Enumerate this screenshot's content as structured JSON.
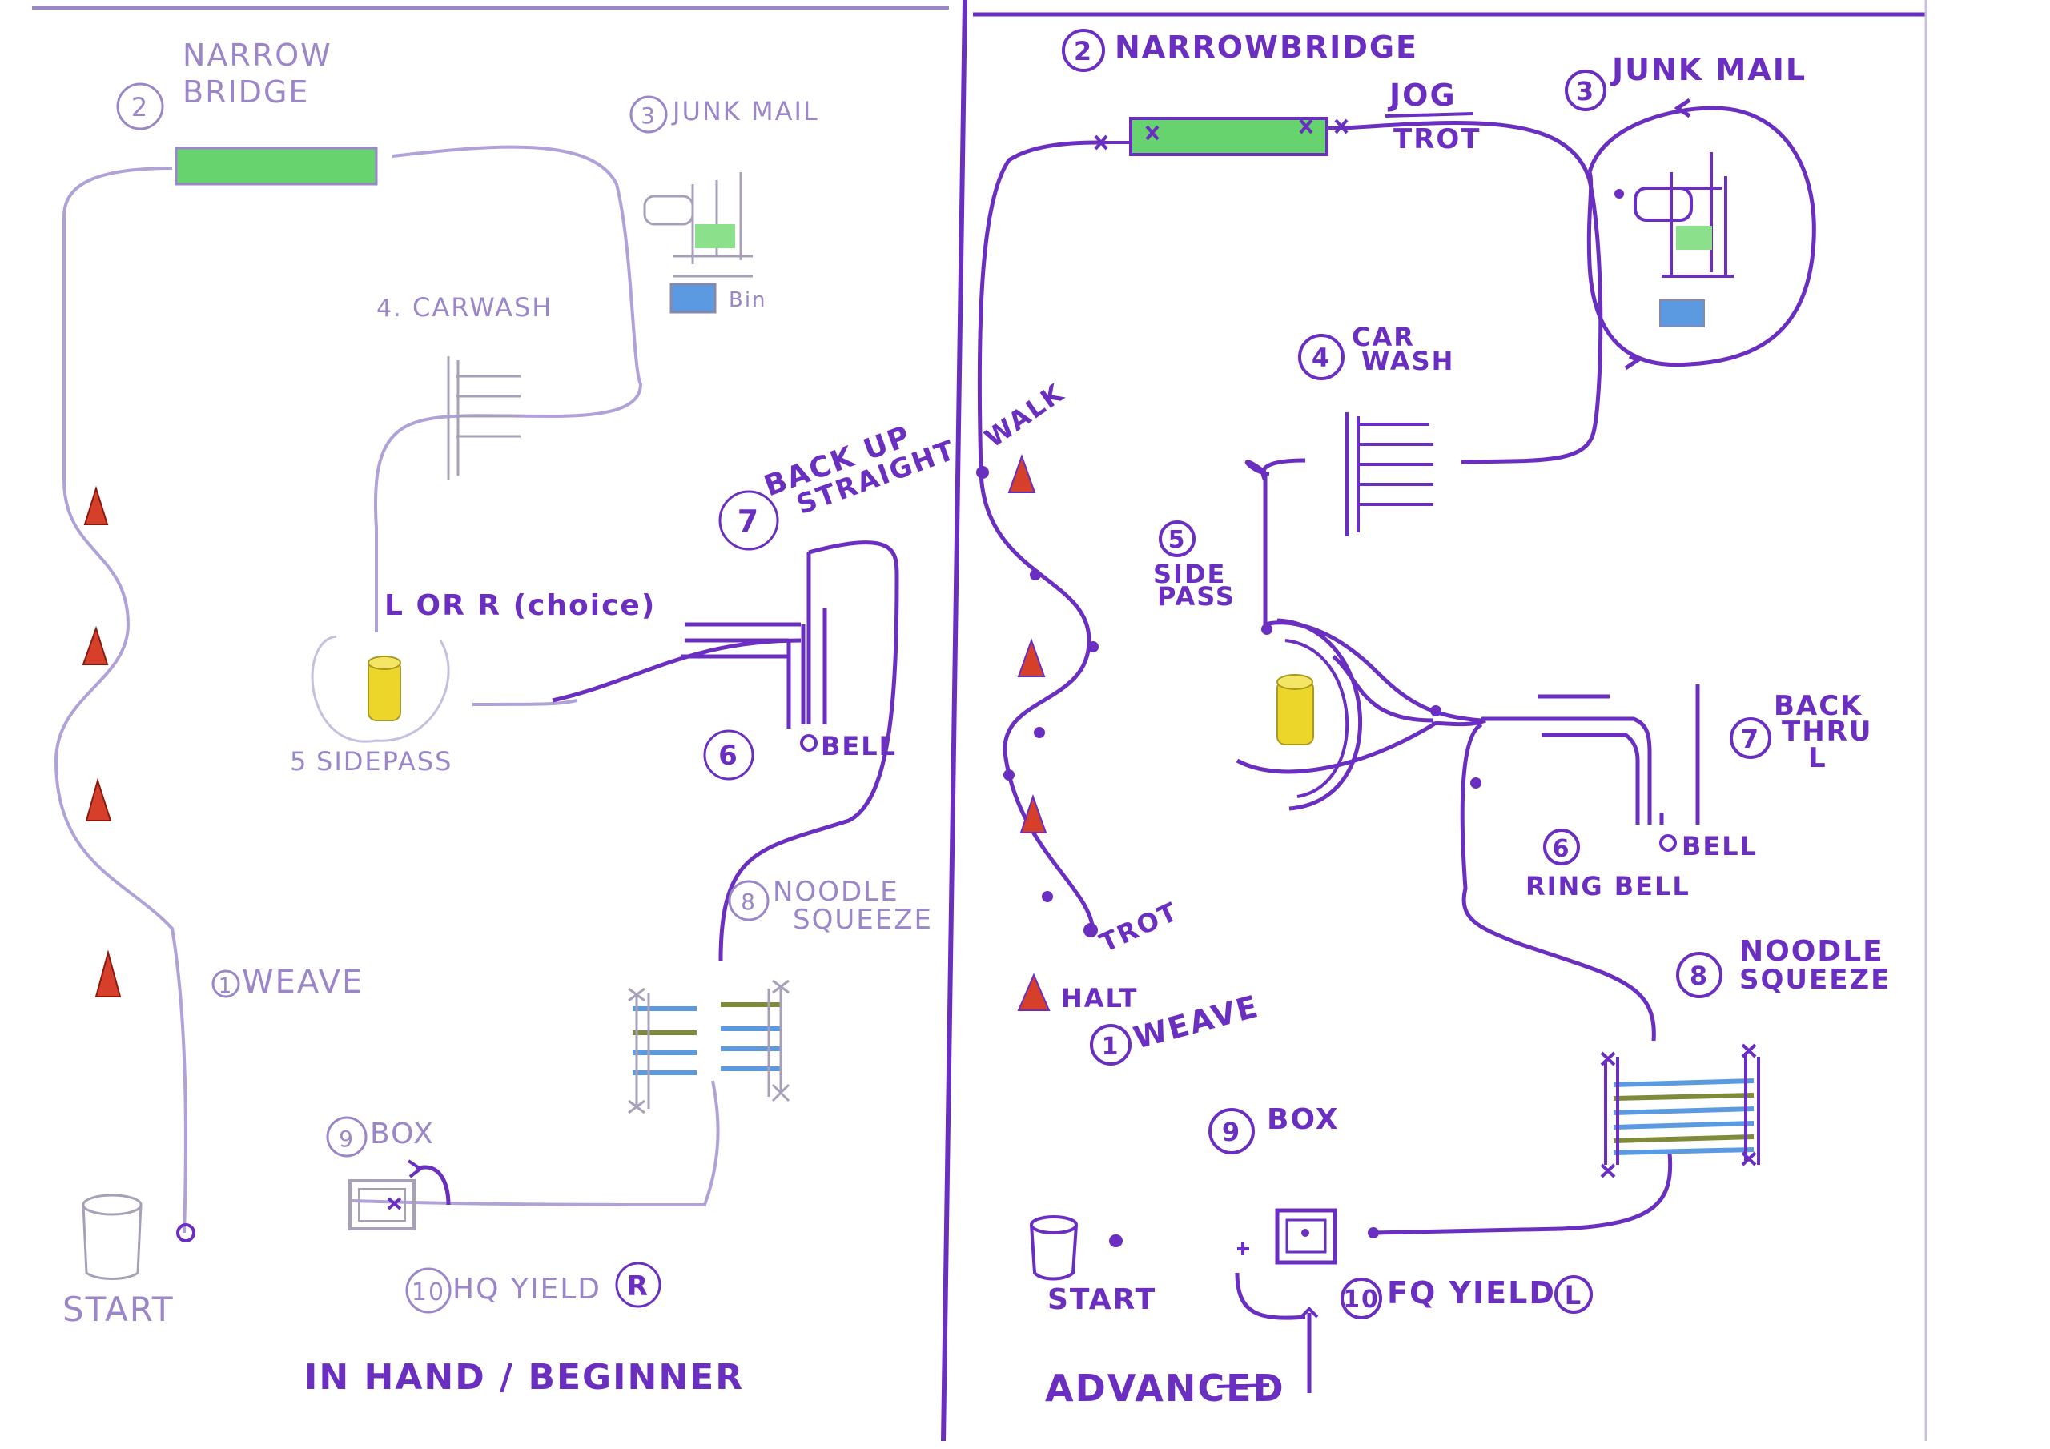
{
  "beginner": {
    "heading": "IN HAND / BEGINNER",
    "start_label": "START",
    "stations": {
      "weave": {
        "num": "1",
        "label": "WEAVE"
      },
      "bridge": {
        "num": "2",
        "label_line1": "NARROW",
        "label_line2": "BRIDGE"
      },
      "junkmail": {
        "num": "3",
        "label": "JUNK MAIL",
        "bin_label": "Bin"
      },
      "carwash": {
        "num": "4.",
        "label": "CARWASH"
      },
      "sidepass": {
        "num": "5",
        "label": "SIDEPASS",
        "choice_label": "L OR R (choice)"
      },
      "bell": {
        "num": "6",
        "label": "BELL"
      },
      "backup": {
        "num": "7",
        "label_line1": "BACK UP",
        "label_line2": "STRAIGHT"
      },
      "noodle": {
        "num": "8",
        "label_line1": "NOODLE",
        "label_line2": "SQUEEZE"
      },
      "box": {
        "num": "9",
        "label": "BOX"
      },
      "yield": {
        "num": "10",
        "label": "HQ YIELD",
        "dir": "R"
      }
    }
  },
  "advanced": {
    "heading": "ADVANCED",
    "start_label": "START",
    "gait_labels": {
      "jog": "JOG",
      "trot_top": "TROT",
      "walk": "WALK",
      "trot_bottom": "TROT",
      "halt": "HALT"
    },
    "stations": {
      "weave": {
        "num": "1",
        "label": "WEAVE"
      },
      "bridge": {
        "num": "2",
        "label": "NARROWBRIDGE"
      },
      "junkmail": {
        "num": "3",
        "label": "JUNK MAIL"
      },
      "carwash": {
        "num": "4",
        "label_line1": "CAR",
        "label_line2": "WASH"
      },
      "sidepass": {
        "num": "5",
        "label_line1": "SIDE",
        "label_line2": "PASS"
      },
      "ringbell": {
        "num": "6",
        "label": "RING BELL",
        "bell_label": "BELL"
      },
      "backthru": {
        "num": "7",
        "label_line1": "BACK",
        "label_line2": "THRU",
        "label_line3": "L"
      },
      "noodle": {
        "num": "8",
        "label_line1": "NOODLE",
        "label_line2": "SQUEEZE"
      },
      "box": {
        "num": "9",
        "label": "BOX"
      },
      "yield": {
        "num": "10",
        "label": "FQ YIELD",
        "dir": "L"
      }
    }
  },
  "colors": {
    "ink": "#6a2fc0",
    "faint_ink": "#9a86c8",
    "bridge_green": "#66d36e",
    "cone_red": "#d6402a",
    "barrel_yellow": "#ecd62a",
    "bin_blue": "#5b9ae0",
    "noodle_olive": "#7f8a3a"
  }
}
